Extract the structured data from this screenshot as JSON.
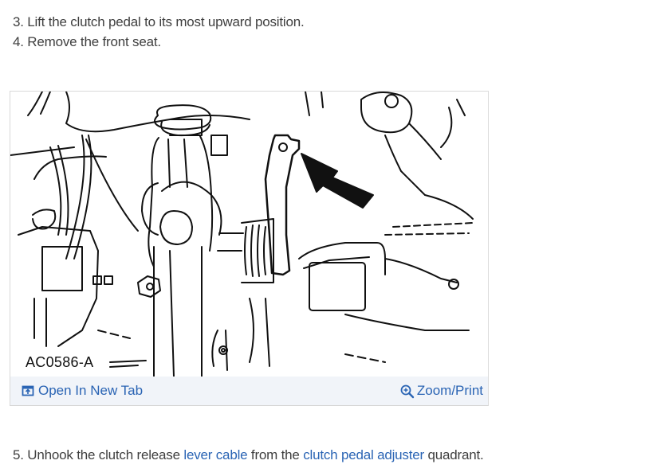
{
  "steps": {
    "step3": "3. Lift the clutch pedal to its most upward position.",
    "step4": "4. Remove the front seat.",
    "step5": {
      "prefix": "5. Unhook the clutch release ",
      "link1": "lever cable",
      "middle": " from the ",
      "link2": "clutch pedal adjuster",
      "suffix": " quadrant."
    }
  },
  "figure": {
    "label": "AC0586-A",
    "alt": "Line drawing of clutch pedal assembly with arrow pointing to the clutch pedal adjuster quadrant hook",
    "footer": {
      "open_new_tab": "Open In New Tab",
      "open_new_tab_icon": "open-in-new-tab-icon",
      "zoom_print": "Zoom/Print",
      "zoom_print_icon": "zoom-in-icon"
    }
  },
  "colors": {
    "link": "#2a64b4",
    "text": "#3f3f3f",
    "footer_bg": "#f1f4f9"
  }
}
